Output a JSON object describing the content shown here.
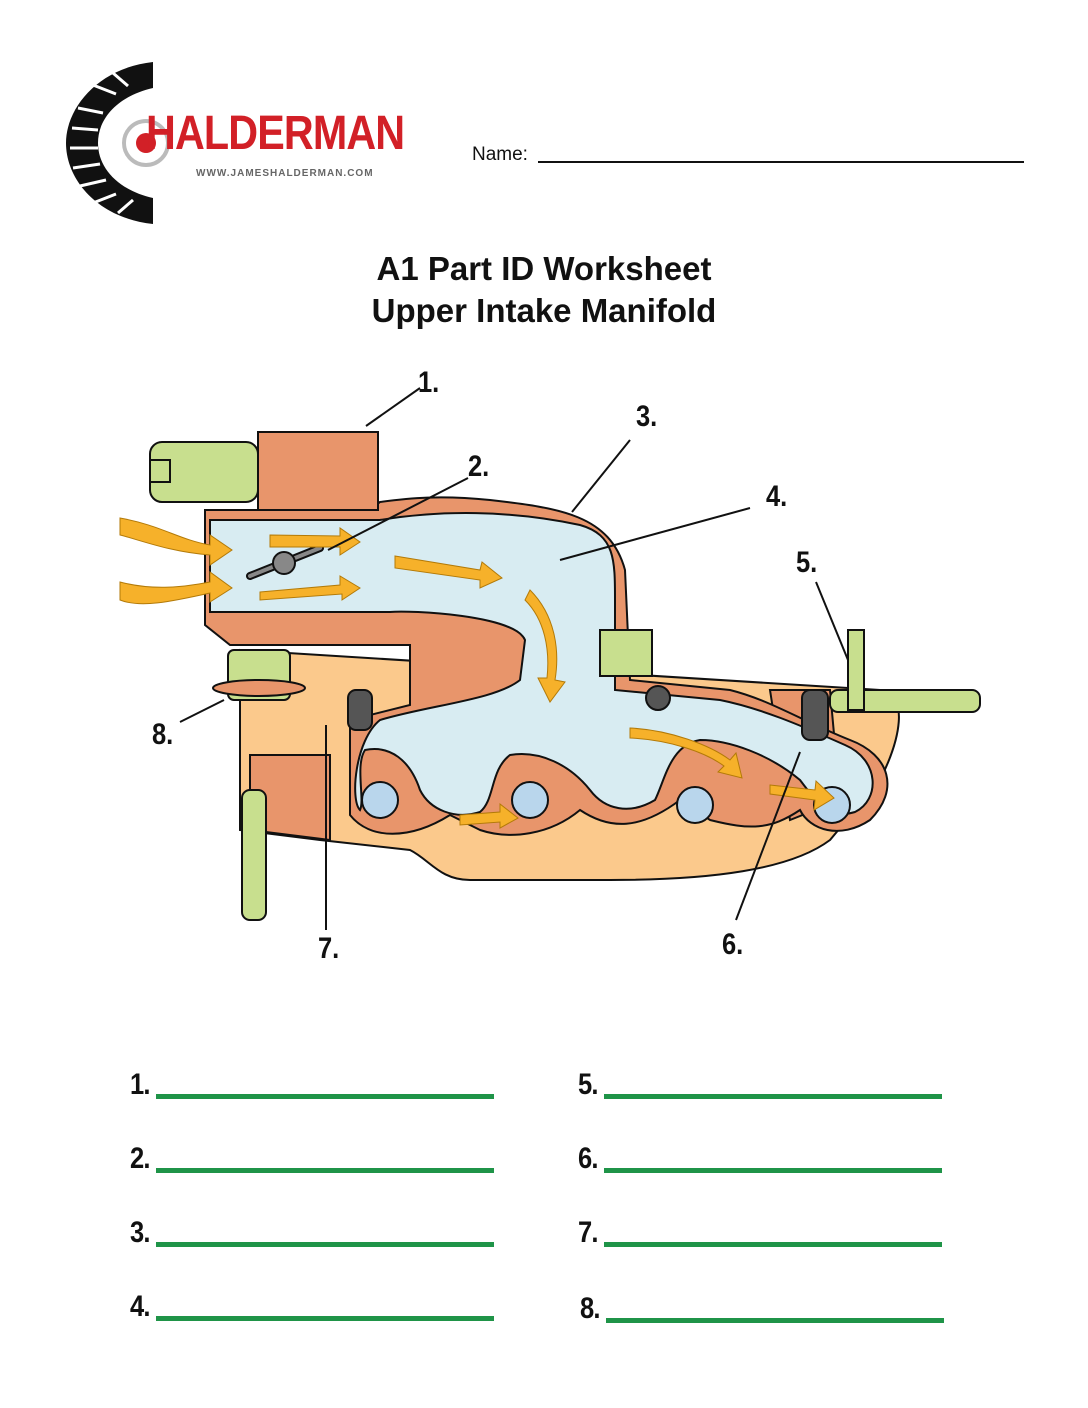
{
  "logo": {
    "brand": "HALDERMAN",
    "url": "WWW.JAMESHALDERMAN.COM"
  },
  "name_label": "Name:",
  "title_line1": "A1 Part ID Worksheet",
  "title_line2": "Upper Intake Manifold",
  "callouts": [
    "1.",
    "2.",
    "3.",
    "4.",
    "5.",
    "6.",
    "7.",
    "8."
  ],
  "answers": [
    "1.",
    "2.",
    "3.",
    "4.",
    "5.",
    "6.",
    "7.",
    "8."
  ],
  "colors": {
    "brand_red": "#d22027",
    "answer_line_green": "#1f9448",
    "manifold": "#e8956b",
    "air": "#d8ecf2",
    "arrow": "#f6b12a"
  }
}
